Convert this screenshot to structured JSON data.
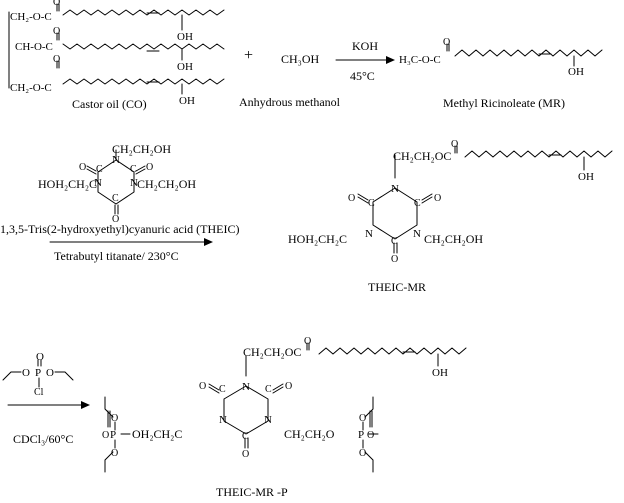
{
  "scheme": {
    "castor_oil": {
      "top_chain_start": "CH₂-O-C",
      "mid_chain_start": "CH-O-C",
      "bottom_chain_start": "CH₂-O-C",
      "oxygen": "O",
      "hydroxyl": "OH",
      "label": "Castor oil (CO)"
    },
    "plus_sign": "+",
    "methanol": {
      "formula": "CH₃OH",
      "label": "Anhydrous methanol"
    },
    "step1": {
      "reagent": "KOH",
      "condition": "45°C"
    },
    "methyl_ricinoleate": {
      "head": "H₃C-O-C",
      "oxygen": "O",
      "hydroxyl": "OH",
      "label": "Methyl Ricinoleate (MR)"
    },
    "theic": {
      "top_arm": "CH₂CH₂OH",
      "left_arm": "HOH₂CH₂C",
      "right_arm": "CH₂CH₂OH",
      "nitrogen": "N",
      "carbon": "C",
      "oxygen": "O",
      "label": "1,3,5-Tris(2-hydroxyethyl)cyanuric acid (THEIC)"
    },
    "step2": {
      "condition": "Tetrabutyl titanate/ 230°C"
    },
    "theic_mr": {
      "top_arm": "CH₂CH₂OC",
      "left_arm": "HOH₂CH₂C",
      "right_arm": "CH₂CH₂OH",
      "nitrogen": "N",
      "carbon": "C",
      "oxygen": "O",
      "hydroxyl": "OH",
      "label": "THEIC-MR"
    },
    "step3": {
      "reagent_oxygen": "O",
      "reagent_phosphorus": "P",
      "reagent_chlorine": "Cl",
      "condition": "CDCl₃/60°C"
    },
    "theic_mr_p": {
      "top_arm": "CH₂CH₂OC",
      "left_arm": "OH₂CH₂C",
      "right_arm": "CH₂CH₂O",
      "nitrogen": "N",
      "carbon": "C",
      "oxygen": "O",
      "phosphorus": "P",
      "hydroxyl": "OH",
      "label": "THEIC-MR -P"
    }
  }
}
